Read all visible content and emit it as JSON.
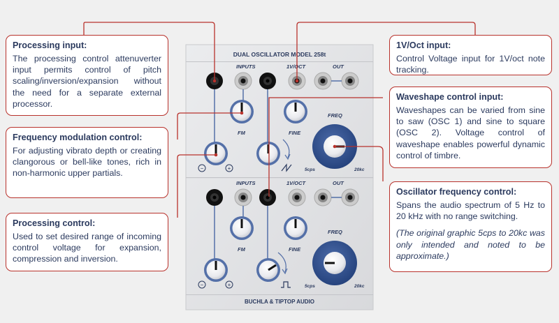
{
  "module": {
    "title": "DUAL OSCILLATOR MODEL 258t",
    "footer": "BUCHLA & TIPTOP AUDIO",
    "labels": {
      "inputs": "INPUTS",
      "voct": "1V/OCT",
      "out": "OUT",
      "fm": "FM",
      "fine": "FINE",
      "freq": "FREQ",
      "low": "5cps",
      "high": "20kc",
      "minus": "−",
      "plus": "+"
    }
  },
  "callouts": {
    "processing_input": {
      "title": "Processing input:",
      "body": "The processing control attenuverter input permits control of pitch scaling/inversion/expansion without the need for a separate external processor."
    },
    "freq_mod": {
      "title": "Frequency modulation control:",
      "body": "For adjusting vibrato depth or creating clangorous or bell-like tones, rich in non-harmonic upper partials."
    },
    "processing_control": {
      "title": "Processing control:",
      "body": "Used to set desired range of incoming control voltage for expansion, compression and inversion."
    },
    "voct_input": {
      "title": "1V/Oct input:",
      "body": "Control Voltage input for 1V/oct note tracking."
    },
    "waveshape": {
      "title": "Waveshape control input:",
      "body": "Waveshapes can be varied from sine to saw (OSC 1) and sine to square (OSC 2). Voltage control of waveshape enables powerful dynamic control of timbre."
    },
    "osc_freq": {
      "title": "Oscillator frequency control:",
      "body": "Spans the audio spectrum of 5 Hz to 20  kHz with no range switching.",
      "note": "(The original graphic 5cps to 20kc was only intended and noted to be approximate.)"
    }
  },
  "colors": {
    "accent": "#b8322c",
    "text": "#2b3a5e",
    "panel": "#e3e4e6",
    "knob_ring": "#5470a8",
    "big_knob": "#2f4f8e"
  }
}
